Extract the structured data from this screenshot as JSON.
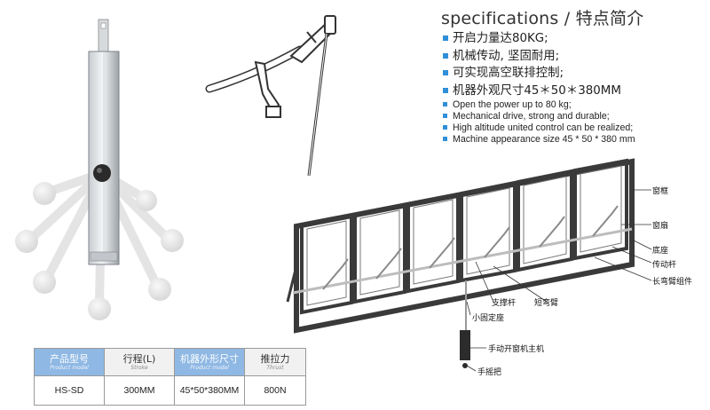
{
  "specs": {
    "title": "specifications / 特点简介",
    "features_cn": [
      "开启力量达80KG;",
      "机械传动, 坚固耐用;",
      "可实现高空联排控制;",
      "机器外观尺寸45＊50＊380MM"
    ],
    "features_en": [
      "Open the power up to 80 kg;",
      "Mechanical drive, strong and durable;",
      "High altitude united control can be realized;",
      "Machine appearance size 45 * 50 * 380 mm"
    ]
  },
  "diagram_labels": {
    "window_frame": "窗框",
    "window_sash": "窗扇",
    "base": "底座",
    "drive_rod": "传动杆",
    "long_arm_assembly": "长弯臂组件",
    "support_rod": "支撑杆",
    "short_arm": "短弯臂",
    "small_mount": "小固定座",
    "manual_opener": "手动开窗机主机",
    "hand_crank": "手摇把"
  },
  "table": {
    "headers": [
      {
        "cn": "产品型号",
        "en": "Product model"
      },
      {
        "cn": "行程(L)",
        "en": "Stroke"
      },
      {
        "cn": "机器外形尺寸",
        "en": "Product model"
      },
      {
        "cn": "推拉力",
        "en": "Thrust"
      }
    ],
    "row": [
      "HS-SD",
      "300MM",
      "45*50*380MM",
      "800N"
    ]
  },
  "colors": {
    "bullet": "#2f8fd8",
    "header_blue": "#8fb8e4",
    "frame_dark": "#3a3a3a",
    "metal": "#b8bcc0"
  }
}
